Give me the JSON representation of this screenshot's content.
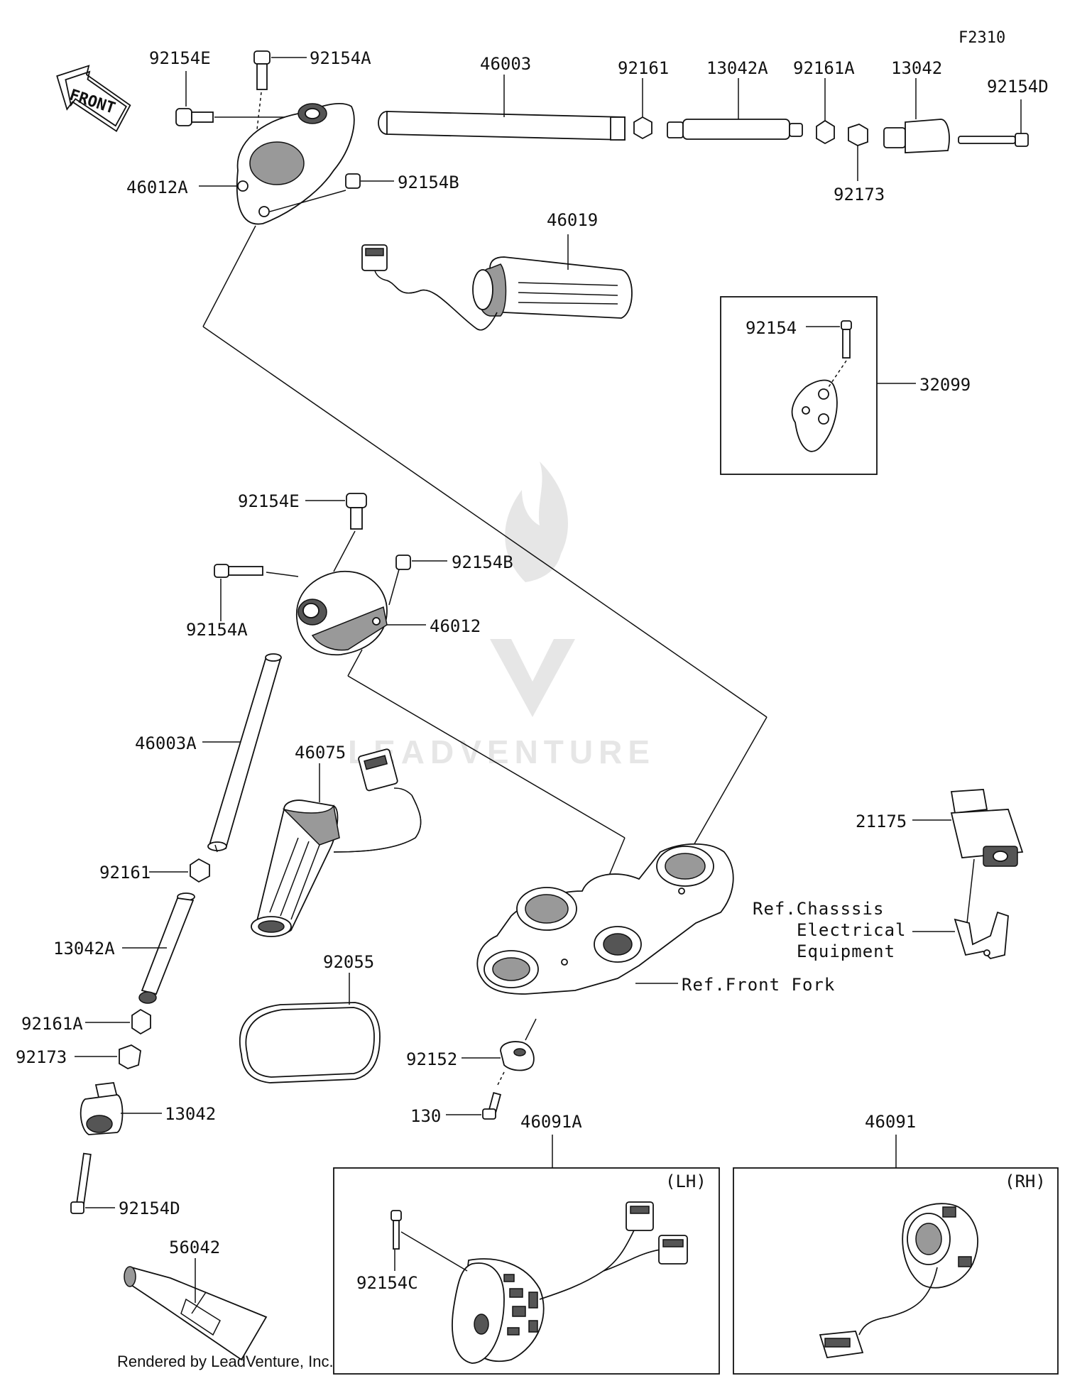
{
  "figure_code": "F2310",
  "watermark": "LEADVENTURE",
  "front_arrow": "FRONT",
  "labels": {
    "p92154E_top": "92154E",
    "p92154A_top": "92154A",
    "p46003": "46003",
    "p92161_top": "92161",
    "p13042A_top": "13042A",
    "p92161A_top": "92161A",
    "p13042_top": "13042",
    "p92154D_top": "92154D",
    "p46012A": "46012A",
    "p92154B_top": "92154B",
    "p92173_top": "92173",
    "p46019": "46019",
    "p92154_box": "92154",
    "p32099": "32099",
    "p92154E_mid": "92154E",
    "p92154B_mid": "92154B",
    "p92154A_mid": "92154A",
    "p46012": "46012",
    "p46003A": "46003A",
    "p46075": "46075",
    "p21175": "21175",
    "ref_chassis_1": "Ref.Chasssis",
    "ref_chassis_2": "Electrical",
    "ref_chassis_3": "Equipment",
    "p92161_left": "92161",
    "p92055": "92055",
    "ref_front_fork": "Ref.Front Fork",
    "p13042A_left": "13042A",
    "p92161A_left": "92161A",
    "p92173_left": "92173",
    "p92152": "92152",
    "p13042_left": "13042",
    "p130": "130",
    "p46091A": "46091A",
    "p46091": "46091",
    "lh": "(LH)",
    "rh": "(RH)",
    "p92154D_left": "92154D",
    "p56042": "56042",
    "p92154C": "92154C"
  },
  "footer": "Rendered by LeadVenture, Inc."
}
